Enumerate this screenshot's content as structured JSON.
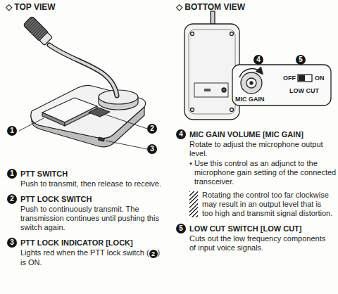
{
  "diagram": {
    "labels": [
      "◇ TOP VIEW",
      "◇ BOTTOM VIEW",
      "1",
      "2",
      "3",
      "4",
      "5",
      "MIC GAIN",
      "OFF",
      "ON",
      "LOW CUT",
      "1",
      "PTT SWITCH",
      "Push to transmit, then release to receive.",
      "2",
      "PTT LOCK SWITCH",
      "Push to continuously transmit. The transmission continues until pushing this switch again.",
      "3",
      "PTT LOCK INDICATOR [LOCK]",
      "Lights red when the PTT lock switch (",
      "2",
      ") is ON.",
      "4",
      "MIC GAIN VOLUME [MIC GAIN]",
      "Rotate to adjust the microphone output level.",
      "• Use this control as an adjunct to the microphone gain setting of the connected transceiver.",
      "Rotating the control too far clockwise may result in an output level that is too high and transmit signal distortion.",
      "5",
      "LOW CUT SWITCH [LOW CUT]",
      "Cuts out the low frequency components of input voice signals."
    ]
  }
}
